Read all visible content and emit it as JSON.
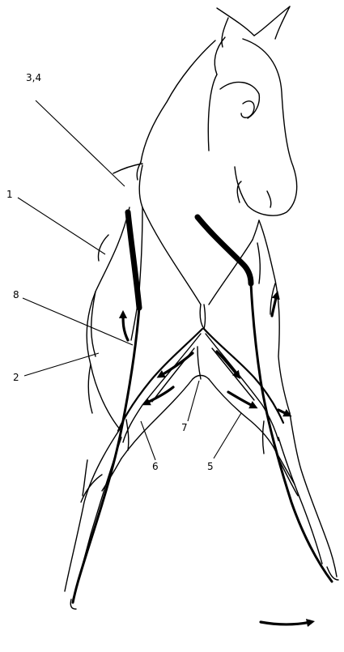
{
  "labels": {
    "l34": "3,4",
    "l1": "1",
    "l8": "8",
    "l2": "2",
    "l7": "7",
    "l6": "6",
    "l5": "5"
  }
}
